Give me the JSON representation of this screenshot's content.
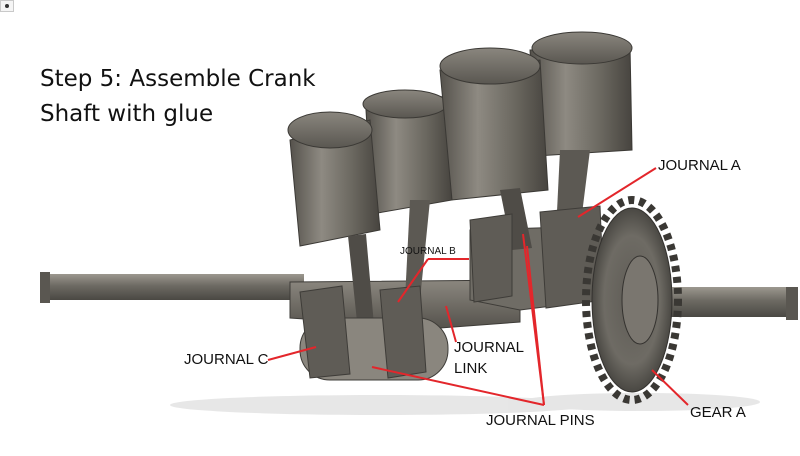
{
  "title": {
    "line1": "Step 5: Assemble Crank",
    "line2": "Shaft with glue"
  },
  "labels": {
    "journal_a": "JOURNAL A",
    "journal_b": "JOURNAL B",
    "journal_c": "JOURNAL C",
    "journal_link_1": "JOURNAL",
    "journal_link_2": "LINK",
    "journal_pins": "JOURNAL PINS",
    "gear_a": "GEAR A"
  },
  "colors": {
    "leader_line": "#e3262b",
    "metal_dark": "#4e4b45",
    "metal_mid": "#77736a",
    "metal_light": "#a9a59c"
  }
}
